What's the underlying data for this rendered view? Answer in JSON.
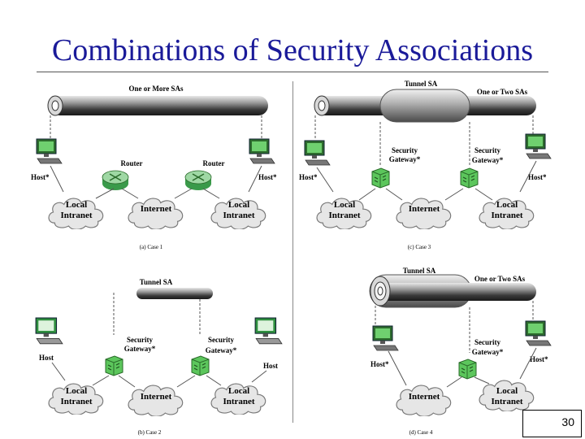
{
  "slide": {
    "title": "Combinations of Security Associations",
    "page_number": "30"
  },
  "cases": {
    "case1": {
      "caption": "(a) Case 1",
      "tunnel_label": "One or More SAs",
      "router_left": "Router",
      "router_right": "Router",
      "host_left": "Host*",
      "host_right": "Host*",
      "cloud_left_1": "Local",
      "cloud_left_2": "Intranet",
      "cloud_mid": "Internet",
      "cloud_right_1": "Local",
      "cloud_right_2": "Intranet"
    },
    "case3": {
      "caption": "(c) Case 3",
      "tunnel_label_outer": "Tunnel SA",
      "tunnel_label_inner": "One or Two SAs",
      "host_left": "Host*",
      "host_right": "Host*",
      "gw_left_1": "Security",
      "gw_left_2": "Gateway*",
      "gw_right_1": "Security",
      "gw_right_2": "Gateway*",
      "cloud_left_1": "Local",
      "cloud_left_2": "Intranet",
      "cloud_mid": "Internet",
      "cloud_right_1": "Local",
      "cloud_right_2": "Intranet"
    },
    "case2": {
      "caption": "(b) Case 2",
      "tunnel_label": "Tunnel SA",
      "host_left": "Host",
      "host_right": "Host",
      "gw_left_1": "Security",
      "gw_left_2": "Gateway*",
      "gw_right_1": "Security",
      "gw_right_2": "Gateway*",
      "cloud_left_1": "Local",
      "cloud_left_2": "Intranet",
      "cloud_mid": "Internet",
      "cloud_right_1": "Local",
      "cloud_right_2": "Intranet"
    },
    "case4": {
      "caption": "(d) Case 4",
      "tunnel_label_outer": "Tunnel SA",
      "tunnel_label_inner": "One or Two SAs",
      "host_left": "Host*",
      "host_right": "Host*",
      "gw_right_1": "Security",
      "gw_right_2": "Gateway*",
      "cloud_mid": "Internet",
      "cloud_right_1": "Local",
      "cloud_right_2": "Intranet"
    }
  },
  "colors": {
    "title": "#1a1a99",
    "device_green": "#3cb45a",
    "tunnel_dark": "#3a3a3a"
  }
}
